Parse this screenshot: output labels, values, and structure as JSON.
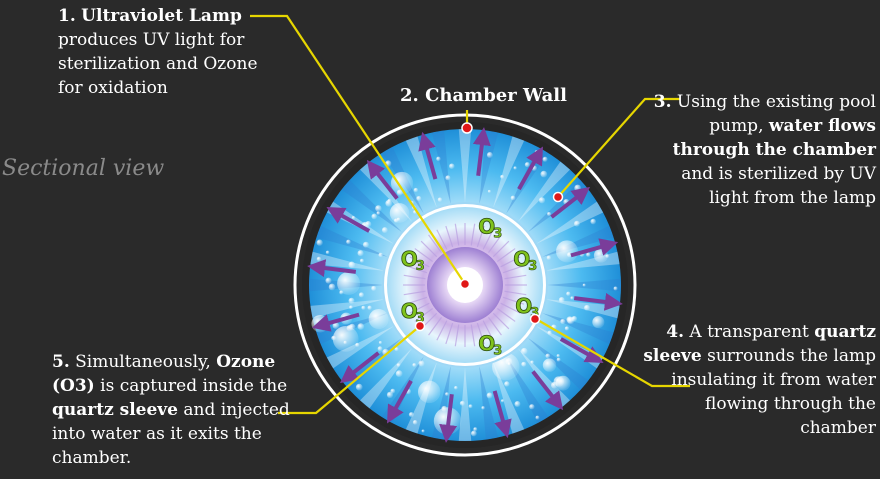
{
  "view_label": "Sectional view",
  "labels": {
    "lamp": {
      "num": "1.",
      "title": "Ultraviolet Lamp",
      "text": "produces UV light for sterilization and Ozone for oxidation"
    },
    "wall": {
      "num": "2.",
      "title": "Chamber Wall"
    },
    "flow": {
      "num": "3.",
      "pre": "Using the existing pool pump,",
      "bold": "water flows through the chamber",
      "post": "and is sterilized by UV light from the lamp"
    },
    "sleeve": {
      "num": "4.",
      "pre": "A transparent",
      "bold": "quartz sleeve",
      "post": "surrounds the lamp insulating it from water flowing through the chamber"
    },
    "ozone": {
      "num": "5.",
      "pre": "Simultaneously,",
      "bold1": "Ozone (O3)",
      "mid": "is captured inside the",
      "bold2": "quartz sleeve",
      "post": "and injected into water as it exits the chamber."
    }
  },
  "o3_badges": [
    {
      "main": "O",
      "sub": "3"
    },
    {
      "main": "O",
      "sub": "3"
    },
    {
      "main": "O",
      "sub": "3"
    },
    {
      "main": "O",
      "sub": "3"
    },
    {
      "main": "O",
      "sub": "3"
    },
    {
      "main": "O",
      "sub": "3"
    }
  ],
  "colors": {
    "background": "#2a2a2a",
    "leader_line": "#e6d600",
    "marker": "#e01818",
    "water": "#3fb6ec",
    "arrow": "#7a3d9a",
    "o3_text": "#7fc31c"
  }
}
